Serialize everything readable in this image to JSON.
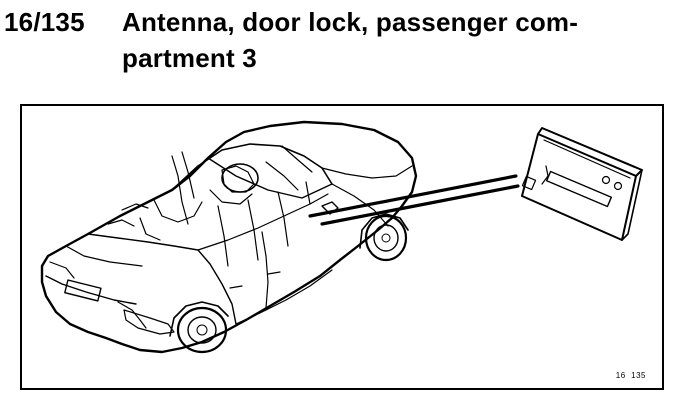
{
  "heading": {
    "number": "16/135",
    "title_line_1": "Antenna, door lock, passenger com-",
    "title_line_2": "partment 3"
  },
  "figure": {
    "reference": "16  135",
    "icons": [
      "car-icon",
      "antenna-module-icon",
      "leader-line"
    ]
  }
}
